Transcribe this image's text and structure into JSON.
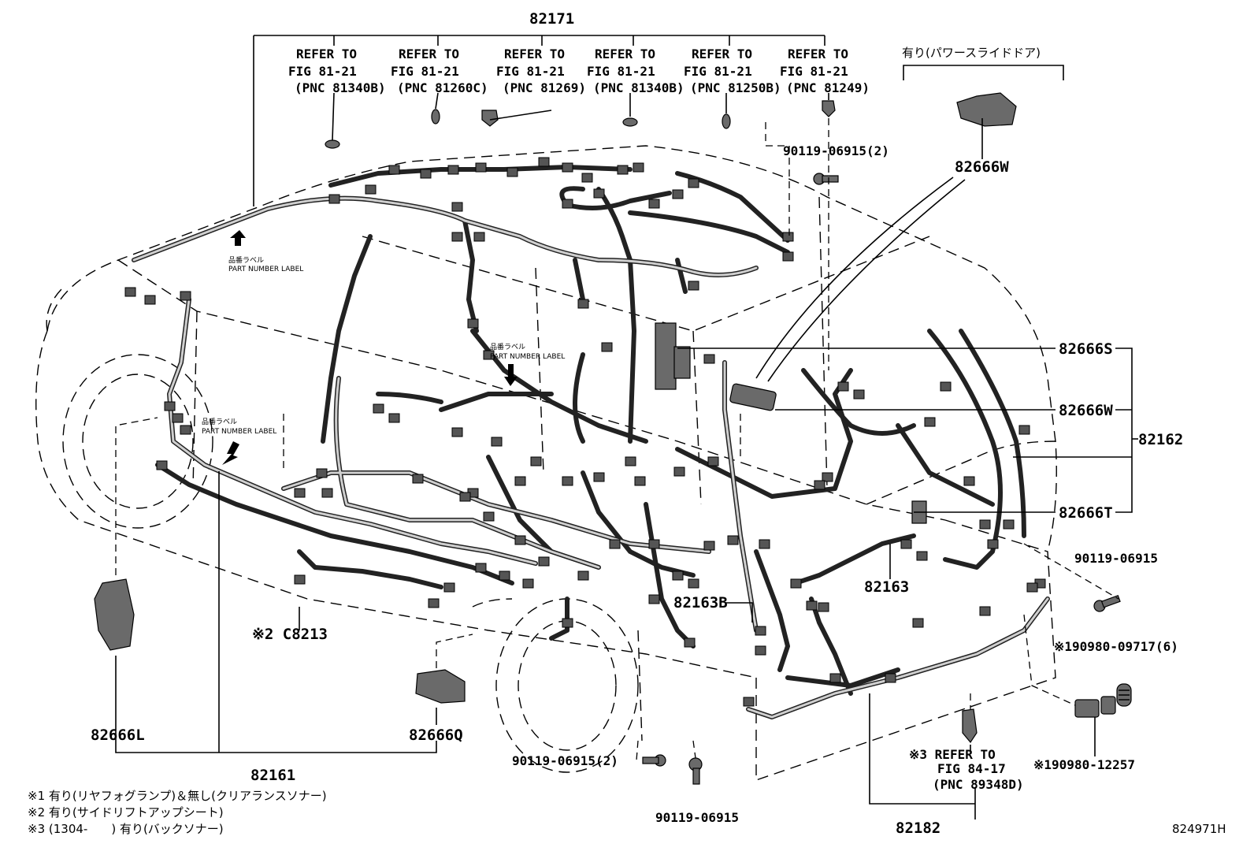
{
  "diagram_code": "824971H",
  "top_group": {
    "part_number": "82171"
  },
  "refer_blocks": [
    {
      "line1": "REFER TO",
      "line2": "FIG 81-21",
      "line3": "(PNC 81340B)"
    },
    {
      "line1": "REFER TO",
      "line2": "FIG 81-21",
      "line3": "(PNC 81260C)"
    },
    {
      "line1": "REFER TO",
      "line2": "FIG 81-21",
      "line3": "(PNC 81269)"
    },
    {
      "line1": "REFER TO",
      "line2": "FIG 81-21",
      "line3": "(PNC 81340B)"
    },
    {
      "line1": "REFER TO",
      "line2": "FIG 81-21",
      "line3": "(PNC 81250B)"
    },
    {
      "line1": "REFER TO",
      "line2": "FIG 81-21",
      "line3": "(PNC 81249)"
    }
  ],
  "power_slide_note": "有り(パワースライドドア)",
  "part_labels": {
    "p82666W_top": "82666W",
    "bolt_2_top": "90119-06915(2)",
    "p82666S": "82666S",
    "p82666W": "82666W",
    "p82162": "82162",
    "p82666T": "82666T",
    "bolt_right": "90119-06915",
    "p82163": "82163",
    "p82163B": "82163B",
    "clip_6": "※190980-09717(6)",
    "clip_1": "※190980-12257",
    "p82182": "82182",
    "bolt_2_bottom": "90119-06915(2)",
    "bolt_bottom": "90119-06915",
    "c8213": "※2 C8213",
    "p82666L": "82666L",
    "p82666Q": "82666Q",
    "p82161": "82161"
  },
  "refer_84_17": {
    "line1": "※3 REFER TO",
    "line2": "FIG 84-17",
    "line3": "(PNC 89348D)"
  },
  "label_tags": [
    {
      "jp": "品番ラベル",
      "en": "PART NUMBER LABEL"
    },
    {
      "jp": "品番ラベル",
      "en": "PART NUMBER LABEL"
    },
    {
      "jp": "品番ラベル",
      "en": "PART NUMBER LABEL"
    }
  ],
  "footnotes": [
    "※1 有り(リヤフォグランプ)＆無し(クリアランスソナー)",
    "※2 有り(サイドリフトアップシート)",
    "※3 (1304-　　) 有り(バックソナー)"
  ]
}
